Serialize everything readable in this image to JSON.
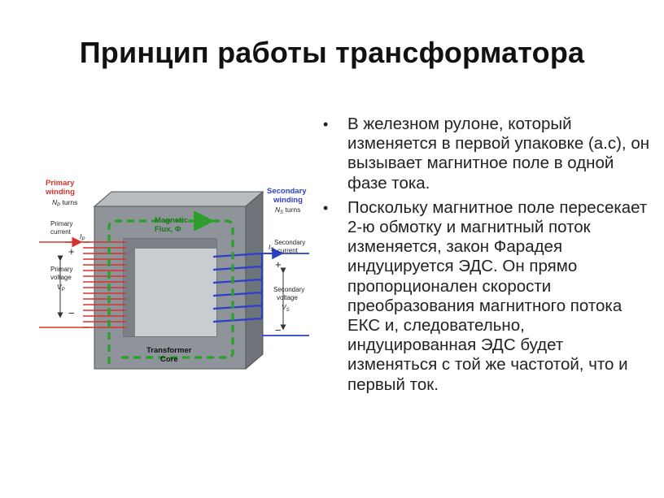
{
  "title": "Принцип работы трансформатора",
  "bullets": [
    "В железном рулоне, который изменяется в первой упаковке (а.с), он вызывает магнитное поле в одной фазе тока.",
    "Поскольку магнитное поле пересекает 2-ю обмотку и магнитный поток изменяется, закон Фарадея индуцируется ЭДС. Он прямо пропорционален скорости преобразования магнитного потока ЕКС и, следовательно, индуцированная ЭДС будет изменяться с той же частотой, что и первый ток."
  ],
  "diagram": {
    "primary_winding_line1": "Primary",
    "primary_winding_line2": "winding",
    "primary_turns": "N",
    "primary_turns_sub": "P",
    "primary_turns_suffix": " turns",
    "primary_current_line1": "Primary",
    "primary_current_line2": "current",
    "primary_current_symbol": "I",
    "primary_current_sub": "P",
    "primary_voltage_line1": "Primary",
    "primary_voltage_line2": "voltage",
    "primary_voltage_symbol": "V",
    "primary_voltage_sub": "P",
    "secondary_winding_line1": "Secondary",
    "secondary_winding_line2": "winding",
    "secondary_turns": "N",
    "secondary_turns_sub": "S",
    "secondary_turns_suffix": " turns",
    "secondary_current_line1": "Secondary",
    "secondary_current_line2": "current",
    "secondary_current_symbol": "I",
    "secondary_current_sub": "S",
    "secondary_voltage_line1": "Secondary",
    "secondary_voltage_line2": "voltage",
    "secondary_voltage_symbol": "V",
    "secondary_voltage_sub": "S",
    "flux_line1": "Magnetic",
    "flux_line2": "Flux, Φ",
    "core_line1": "Transformer",
    "core_line2": "Core",
    "plus": "+",
    "minus": "−",
    "colors": {
      "primary": "#d9322c",
      "secondary": "#2c3fc9",
      "flux": "#2aa02a",
      "core_front": "#8e949a",
      "core_top": "#b7bcc1",
      "core_side": "#6e747a",
      "core_inner": "#c9cdd1"
    }
  }
}
